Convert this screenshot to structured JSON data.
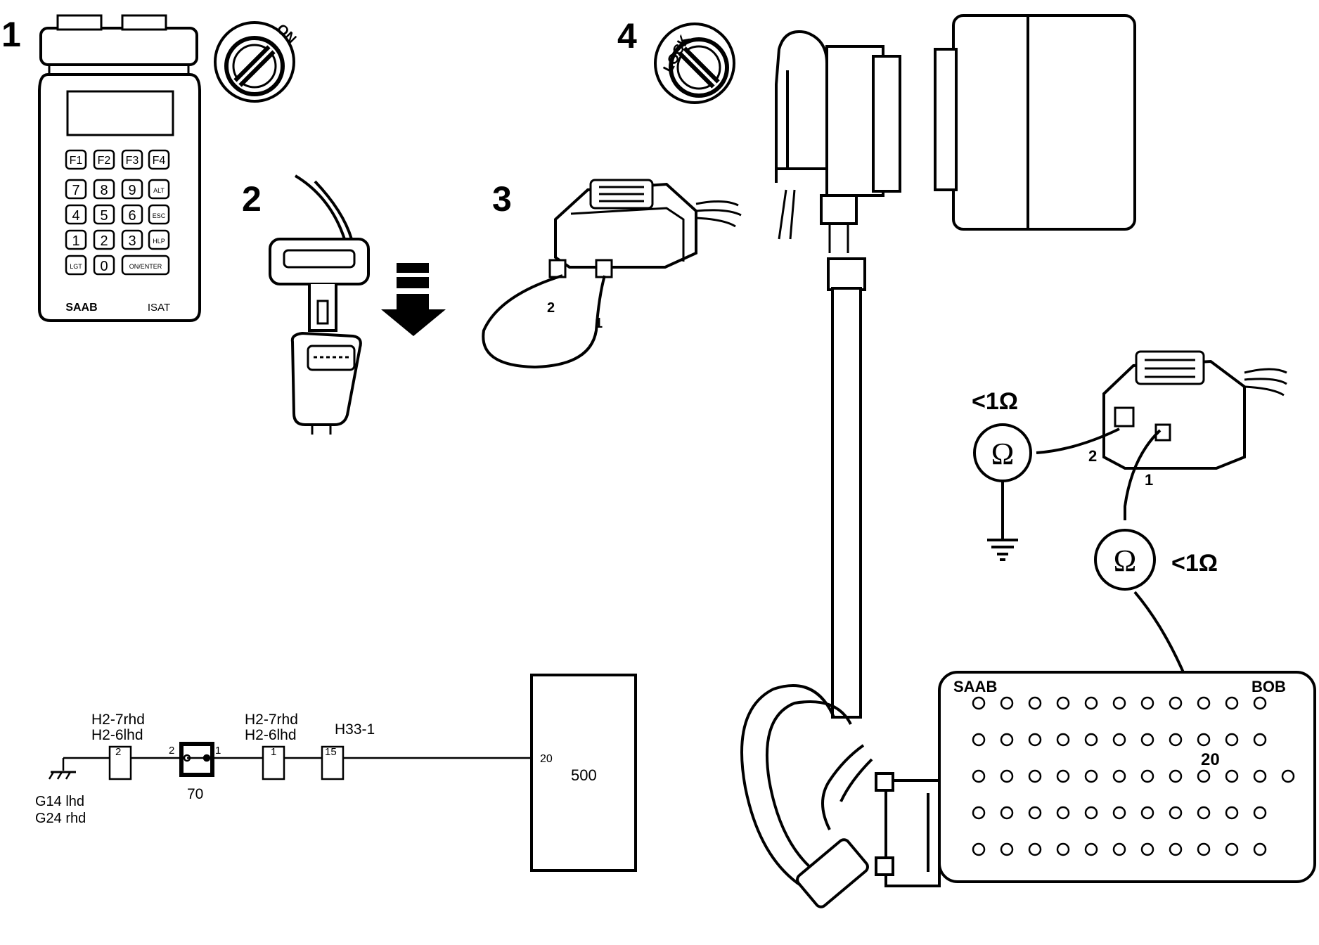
{
  "steps": {
    "step1": "1",
    "step2": "2",
    "step3": "3",
    "step4": "4"
  },
  "ignition": {
    "on_label": "ON",
    "lock_label": "LOCK"
  },
  "tester": {
    "keys_row1": [
      "F1",
      "F2",
      "F3",
      "F4"
    ],
    "keys_row2": [
      "7",
      "8",
      "9",
      "ALT"
    ],
    "keys_row3": [
      "4",
      "5",
      "6",
      "ESC"
    ],
    "keys_row4": [
      "1",
      "2",
      "3",
      "HLP"
    ],
    "keys_row5": [
      "LGT",
      "0",
      "ON/ENTER"
    ],
    "brand": "SAAB",
    "model": "ISAT"
  },
  "connector_step3": {
    "pin2": "2",
    "pin1": "1"
  },
  "measurement": {
    "reading_ground": "<1Ω",
    "reading_bob": "<1Ω",
    "ohm_symbol": "Ω",
    "pin2": "2",
    "pin1": "1"
  },
  "bob": {
    "brand": "SAAB",
    "label": "BOB",
    "pin_label": "20",
    "rows": [
      {
        "holes": 11
      },
      {
        "holes": 11
      },
      {
        "holes": 12
      },
      {
        "holes": 11
      },
      {
        "holes": 11
      }
    ]
  },
  "schematic": {
    "ground_label1": "G14 lhd",
    "ground_label2": "G24 rhd",
    "conn1_label1": "H2-7rhd",
    "conn1_label2": "H2-6lhd",
    "conn1_pin": "2",
    "comp70_pin_left": "2",
    "comp70_pin_right": "1",
    "comp70_label": "70",
    "conn2_label1": "H2-7rhd",
    "conn2_label2": "H2-6lhd",
    "conn2_pin": "1",
    "conn3_label": "H33-1",
    "conn3_pin": "15",
    "ecu_pin": "20",
    "ecu_label": "500"
  }
}
